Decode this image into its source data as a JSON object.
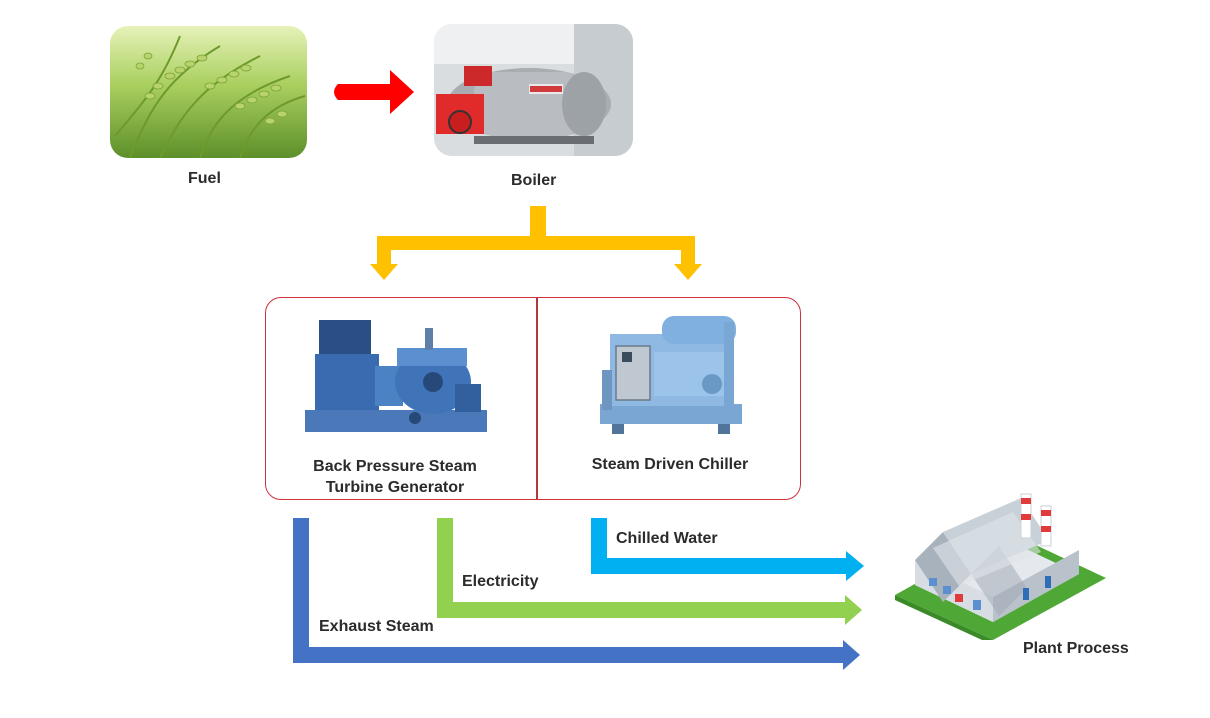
{
  "nodes": {
    "fuel": {
      "label": "Fuel"
    },
    "boiler": {
      "label": "Boiler"
    },
    "turbine": {
      "label_line1": "Back Pressure Steam",
      "label_line2": "Turbine Generator"
    },
    "chiller": {
      "label": "Steam Driven Chiller"
    },
    "plant": {
      "label": "Plant Process"
    }
  },
  "flows": {
    "chilled_water": {
      "label": "Chilled Water",
      "color": "#00b0f0"
    },
    "electricity": {
      "label": "Electricity",
      "color": "#92d050"
    },
    "exhaust_steam": {
      "label": "Exhaust Steam",
      "color": "#4472c4"
    },
    "steam_split": {
      "color": "#ffc000"
    },
    "fuel_feed": {
      "color": "#ff0000"
    }
  },
  "colors": {
    "box_border": "#d0323c"
  }
}
